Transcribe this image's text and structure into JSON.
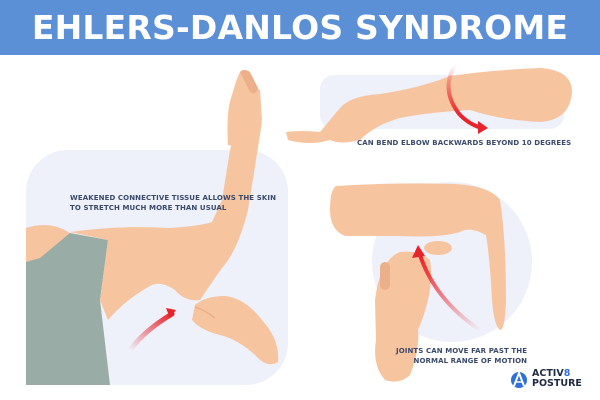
{
  "header": {
    "title": "EHLERS-DANLOS SYNDROME",
    "background_color": "#5b8fd6"
  },
  "panels": [
    {
      "id": "skin",
      "caption_lines": [
        "WEAKENED CONNECTIVE TISSUE ALLOWS THE SKIN",
        "TO STRETCH MUCH MORE THAN USUAL"
      ]
    },
    {
      "id": "elbow",
      "caption_lines": [
        "CAN BEND ELBOW BACKWARDS BEYOND 10 DEGREES"
      ]
    },
    {
      "id": "joints",
      "caption_lines": [
        "JOINTS CAN MOVE FAR PAST THE",
        "NORMAL RANGE OF MOTION"
      ]
    }
  ],
  "logo": {
    "line1_prefix": "ACTIV",
    "line1_suffix": "8",
    "line2": "POSTURE",
    "icon": "circle-a-logo-icon"
  },
  "colors": {
    "skin": "#f7c4a0",
    "skin_shadow": "#ebb08a",
    "panel_bg": "#eef0fa",
    "shirt": "#9aaca6",
    "arrow": "#e8232a",
    "caption": "#3b4a6b"
  }
}
